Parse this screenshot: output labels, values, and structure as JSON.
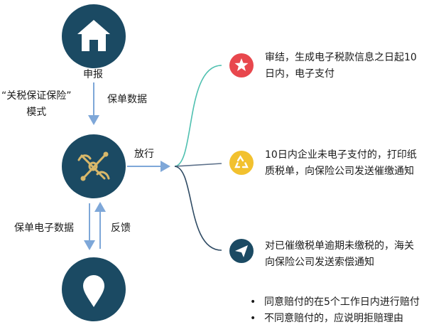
{
  "nodes": {
    "declare": {
      "label": "申报",
      "icon": "house-icon"
    },
    "customs": {
      "icon": "customs-emblem-icon"
    },
    "insurer": {
      "icon": "location-pin-icon"
    }
  },
  "edges": {
    "mode_label": "“关税保证保险”\n模式",
    "policy_data": "保单数据",
    "release": "放行",
    "policy_e_data": "保单电子数据",
    "feedback": "反馈"
  },
  "outcomes": [
    {
      "icon": "star-icon",
      "color": "#e8474d",
      "text": "审结，生成电子税款信息之日起10\n日内，电子支付"
    },
    {
      "icon": "recycle-icon",
      "color": "#f2c12e",
      "text": "10日内企业未电子支付的，打印纸\n质税单，向保险公司发送催缴通知"
    },
    {
      "icon": "paper-plane-icon",
      "color": "#1b4a63",
      "text": "对已催缴税单逾期未缴税的，海关\n向保险公司发送索偿通知"
    }
  ],
  "bullets": [
    "同意赔付的在5个工作日内进行赔付",
    "不同意赔付的，应说明拒赔理由"
  ],
  "colors": {
    "node": "#1b4a63",
    "arrow": "#7ea7d8",
    "branch_top": "#4fc0b0",
    "branch_mid": "#5b6f89",
    "branch_bottom": "#2e4a63",
    "emblem": "#d8b86a"
  }
}
